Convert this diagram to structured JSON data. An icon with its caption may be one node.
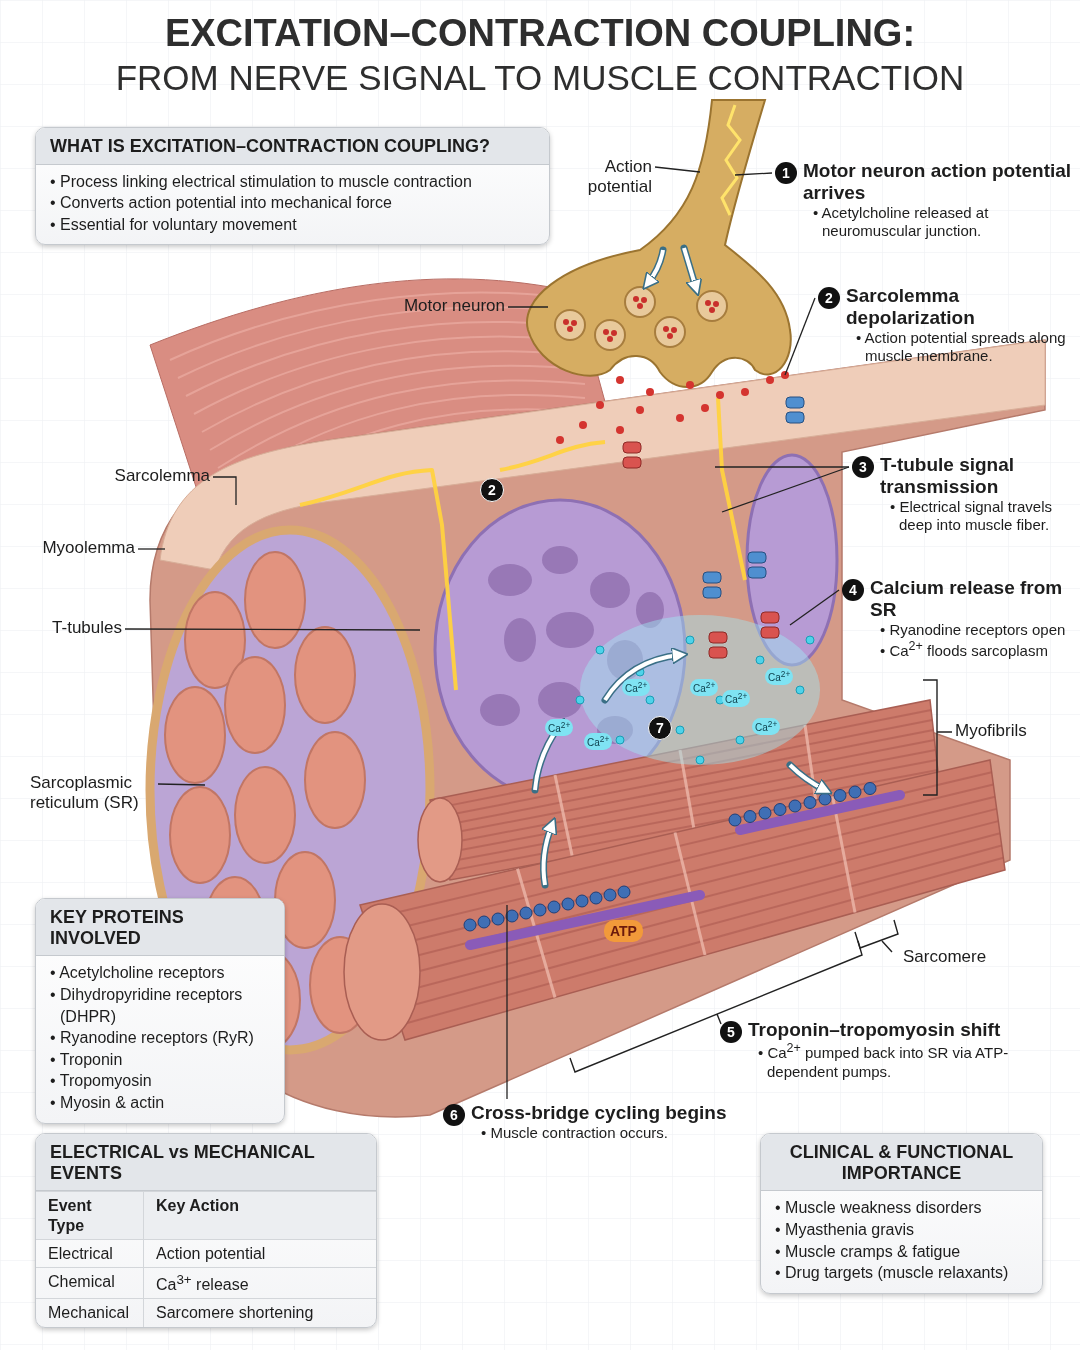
{
  "diagram": {
    "title": "EXCITATION–CONTRACTION COUPLING:",
    "nodes": [
      {
        "text": [
          "WHAT IS EXCITATION–CONTRACTION COUPLING?",
          "• Process linking electrical stimulation to muscle contraction",
          "• Converts action potential into mechanical force",
          "• Essential for voluntary movement"
        ]
      },
      {
        "text": [
          "Action potential"
        ]
      },
      {
        "text": [
          "1",
          "Motor neuron action potential arrives",
          "• Acetylcholine released at neuromuscular junction."
        ]
      },
      {
        "text": [
          "Motor neuron"
        ]
      },
      {
        "text": [
          "2",
          "Sarcolemma depolarization",
          "• Action potential spreads along muscle membrane."
        ]
      },
      {
        "text": [
          "Sarcolemma"
        ]
      },
      {
        "text": [
          "3",
          "T-tubule signal transmission",
          "• Electrical signal travels deep into muscle fiber."
        ]
      },
      {
        "text": [
          "Myoolemma"
        ]
      },
      {
        "text": [
          "4",
          "Calcium release from SR",
          "• Ryanodine receptors open",
          "• Ca$^{2+}$ floods sarcoplasm"
        ]
      },
      {
        "text": [
          "T-tubules"
        ]
      },
      {
        "text": [
          "Sarcoplasmic reticulum (SR)"
        ]
      },
      {
        "text": [
          "KEY PROTEINS INVOLVED",
          "• Acetylcholine receptors",
          "• Dihydropyridine receptors (DHPR)",
          "• Ryanodine receptors (RyR)",
          "• Troponin",
          "• Tropomyosin",
          "• Myosin & actin"
        ]
      },
      {
        "text": [
          "5",
          "Troponin–tropomyosin shift",
          "• Ca$^{2+}$ pumped back into SR via ATP-dependent pumps."
        ]
      },
      {
        "text": [
          "6",
          "Cross-bridge cycling begins",
          "• Muscle contraction occurs."
        ]
      },
      {
        "text": [
          "ELECTRICAL vs MECHANICAL EVENTS",
          "Event Type",
          "Key Action",
          "Electrical",
          "Action potential",
          "Chemical",
          "Ca$^{3+}$ release",
          "Mechanical",
          "Sarcomere shortening"
        ]
      },
      {
        "text": [
          "CLINICAL & FUNCTIONAL IMPORTANCE",
          "• Muscle weakness disorders",
          "• Myasthenia gravis",
          "• Muscle cramps & fatigue",
          "• Drug targets (muscle relaxants)"
        ]
      }
    ],
    "edges": [
      {
        "from": 1,
        "to": null,
        "arrow": "none"
      },
      {
        "from": 2,
        "to": null,
        "arrow": "none"
      },
      {
        "from": 3,
        "to": null,
        "arrow": "none"
      },
      {
        "from": 4,
        "to": null,
        "arrow": "none"
      },
      {
        "from": 5,
        "to": null,
        "arrow": "none"
      },
      {
        "from": 6,
        "to": null,
        "arrow": "none"
      },
      {
        "from": 6,
        "to": null,
        "arrow": "none"
      },
      {
        "from": 7,
        "to": null,
        "arrow": "none"
      },
      {
        "from": 8,
        "to": null,
        "arrow": "none"
      },
      {
        "from": 9,
        "to": null,
        "arrow": "none"
      },
      {
        "from": 10,
        "to": null,
        "arrow": "none"
      },
      {
        "from": 13,
        "to": null,
        "arrow": "none"
      }
    ],
    "labels": [
      "FROM NERVE SIGNAL TO MUSCLE CONTRACTION",
      "2",
      "Ca$^{2+}$",
      "Ca$^{2+}$",
      "Ca$^{2+}$",
      "Ca$^{2+}$",
      "7",
      "Ca$^{2+}$",
      "Ca$^{2+}$",
      "Myofibrils",
      "Ca$^{2+}$",
      "ATP",
      "Sarcomere"
    ]
  }
}
